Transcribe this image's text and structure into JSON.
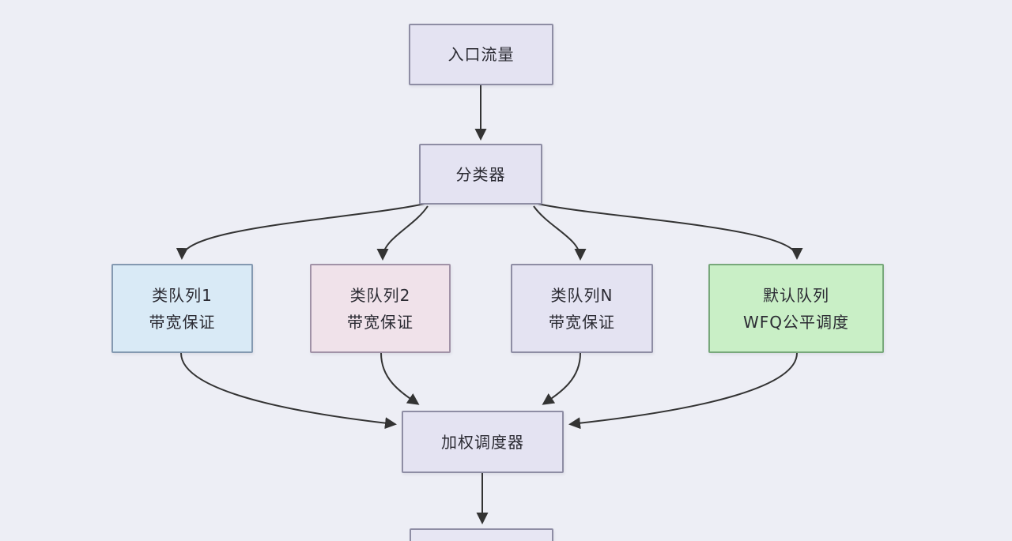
{
  "page": {
    "background": "#edeef5"
  },
  "edges": {
    "color": "#333333"
  },
  "nodes": {
    "inbound": {
      "label": "入口流量",
      "fill": "#e4e3f2",
      "border": "#8e8da4"
    },
    "classifier": {
      "label": "分类器",
      "fill": "#e4e3f2",
      "border": "#8e8da4"
    },
    "queue1": {
      "line1": "类队列1",
      "line2": "带宽保证",
      "fill": "#d9eaf6",
      "border": "#8499b1"
    },
    "queue2": {
      "line1": "类队列2",
      "line2": "带宽保证",
      "fill": "#f0e2ea",
      "border": "#a192a7"
    },
    "queueN": {
      "line1": "类队列N",
      "line2": "带宽保证",
      "fill": "#e4e3f2",
      "border": "#8e8da4"
    },
    "default_queue": {
      "line1": "默认队列",
      "line2": "WFQ公平调度",
      "fill": "#c9efc6",
      "border": "#78a87b"
    },
    "scheduler": {
      "label": "加权调度器",
      "fill": "#e4e3f2",
      "border": "#8e8da4"
    },
    "output": {
      "fill": "#e7e6f3",
      "border": "#8e8da4"
    }
  }
}
